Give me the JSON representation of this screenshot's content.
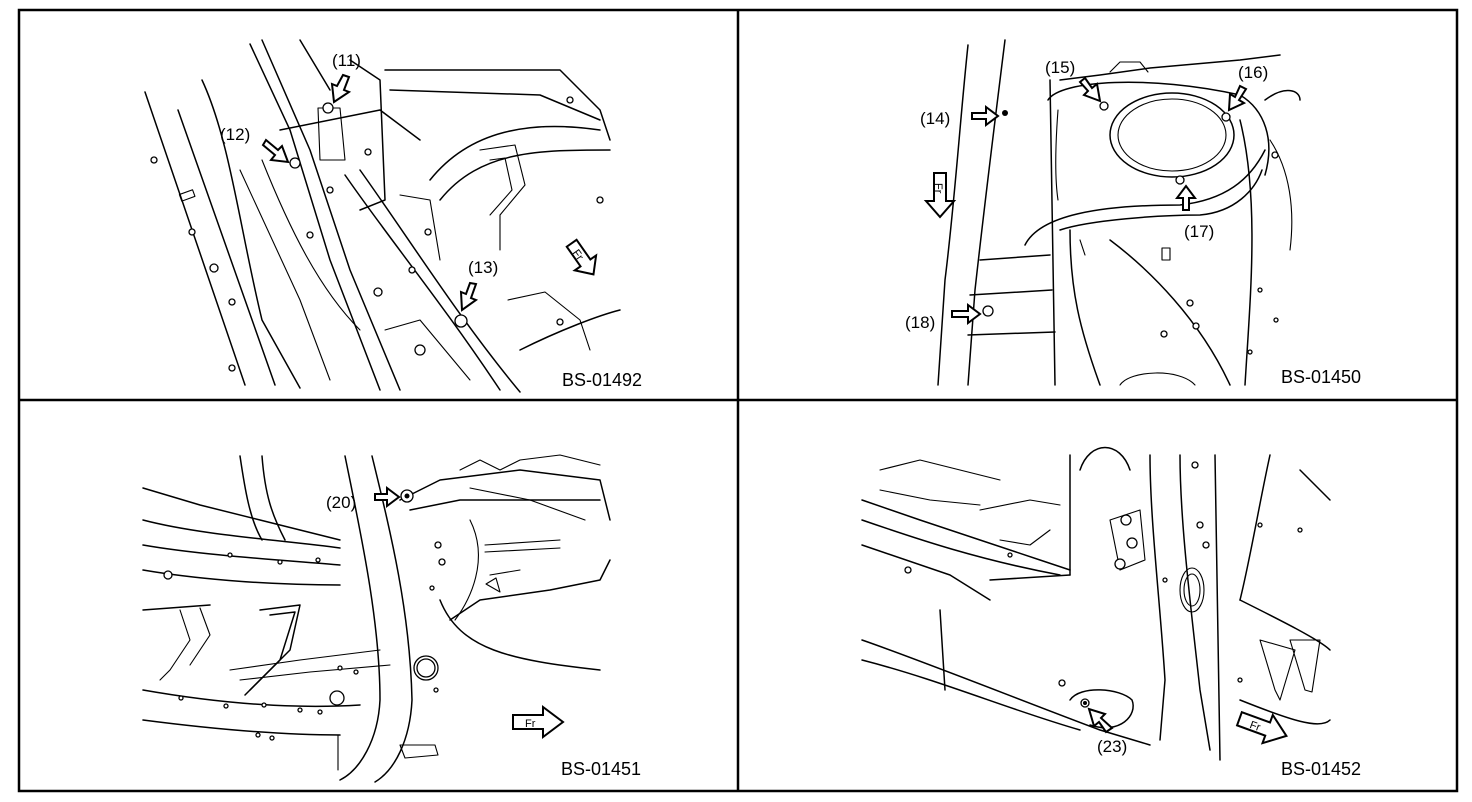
{
  "panels": [
    {
      "code": "BS-01492",
      "callouts": [
        "(11)",
        "(12)",
        "(13)"
      ],
      "direction_marker": "Fr"
    },
    {
      "code": "BS-01450",
      "callouts": [
        "(14)",
        "(15)",
        "(16)",
        "(17)",
        "(18)"
      ],
      "direction_marker": "Fr"
    },
    {
      "code": "BS-01451",
      "callouts": [
        "(20)"
      ],
      "direction_marker": "Fr"
    },
    {
      "code": "BS-01452",
      "callouts": [
        "(23)"
      ],
      "direction_marker": "Fr"
    }
  ]
}
